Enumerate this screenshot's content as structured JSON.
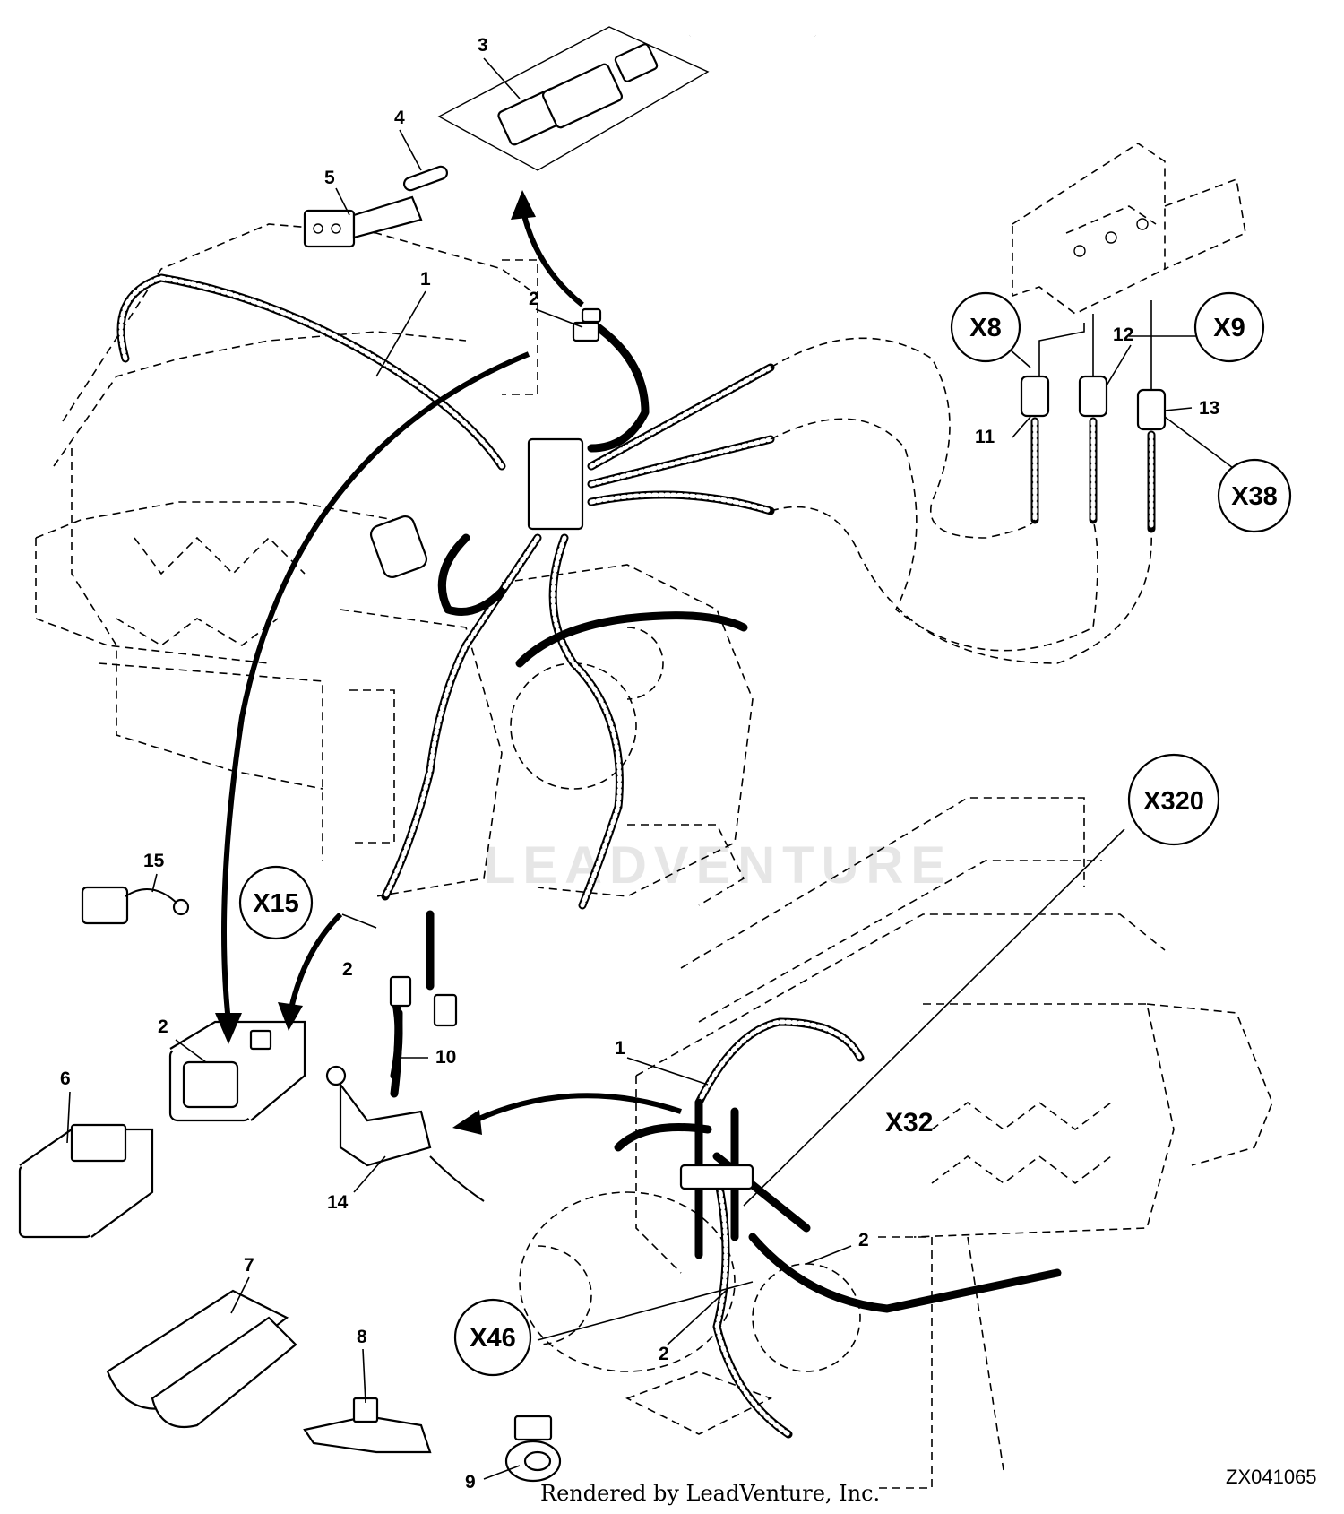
{
  "callouts": {
    "c1_top": "1",
    "c2_top": "2",
    "c3": "3",
    "c4": "4",
    "c5": "5",
    "c11": "11",
    "c12": "12",
    "c13": "13",
    "c15": "15",
    "c2_x15": "2",
    "c2_detail": "2",
    "c6": "6",
    "c10": "10",
    "c14": "14",
    "c7": "7",
    "c8": "8",
    "c9": "9",
    "c1_bottom": "1",
    "c2_bottom_right": "2",
    "c2_bottom_left": "2"
  },
  "connectors": {
    "x8": "X8",
    "x9": "X9",
    "x38": "X38",
    "x320": "X320",
    "x15": "X15",
    "x46": "X46",
    "x32": "X32"
  },
  "watermark": "LEADVENTURE",
  "footer": {
    "credit": "Rendered by LeadVenture, Inc.",
    "drawing_id": "ZX041065"
  }
}
